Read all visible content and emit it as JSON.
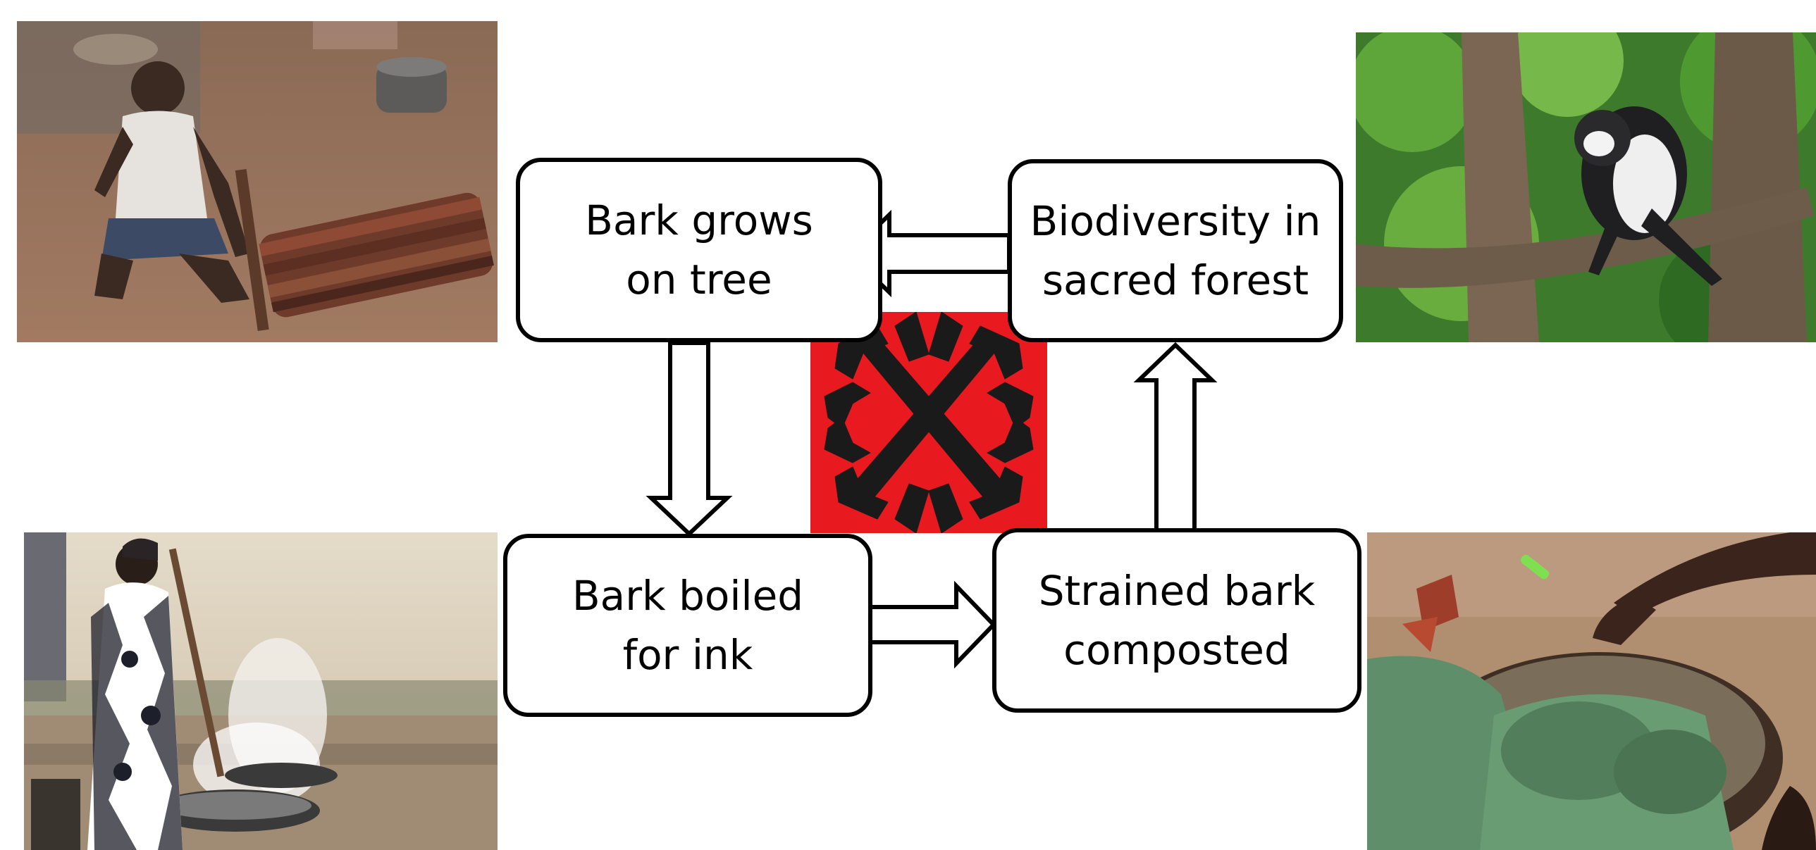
{
  "diagram": {
    "nodes": {
      "bark_grows": "Bark grows\non tree",
      "biodiversity": "Biodiversity in\nsacred forest",
      "bark_boiled": "Bark boiled\nfor ink",
      "strained_bark": "Strained bark\ncomposted"
    },
    "arrows": [
      {
        "from": "bark_grows",
        "to": "bark_boiled"
      },
      {
        "from": "bark_boiled",
        "to": "strained_bark"
      },
      {
        "from": "strained_bark",
        "to": "biodiversity"
      },
      {
        "from": "biodiversity",
        "to": "bark_grows"
      }
    ],
    "photos": {
      "top_left": "man-cutting-bark-photo",
      "top_right": "monkey-in-tree-photo",
      "bottom_left": "woman-boiling-bark-photo",
      "bottom_right": "compost-basket-photo"
    },
    "emblem": "adinkra-symbol",
    "colors": {
      "emblem_background": "#e8191f",
      "emblem_symbol": "#1a1a1a",
      "box_border": "#000000",
      "arrow_fill": "#ffffff"
    }
  }
}
